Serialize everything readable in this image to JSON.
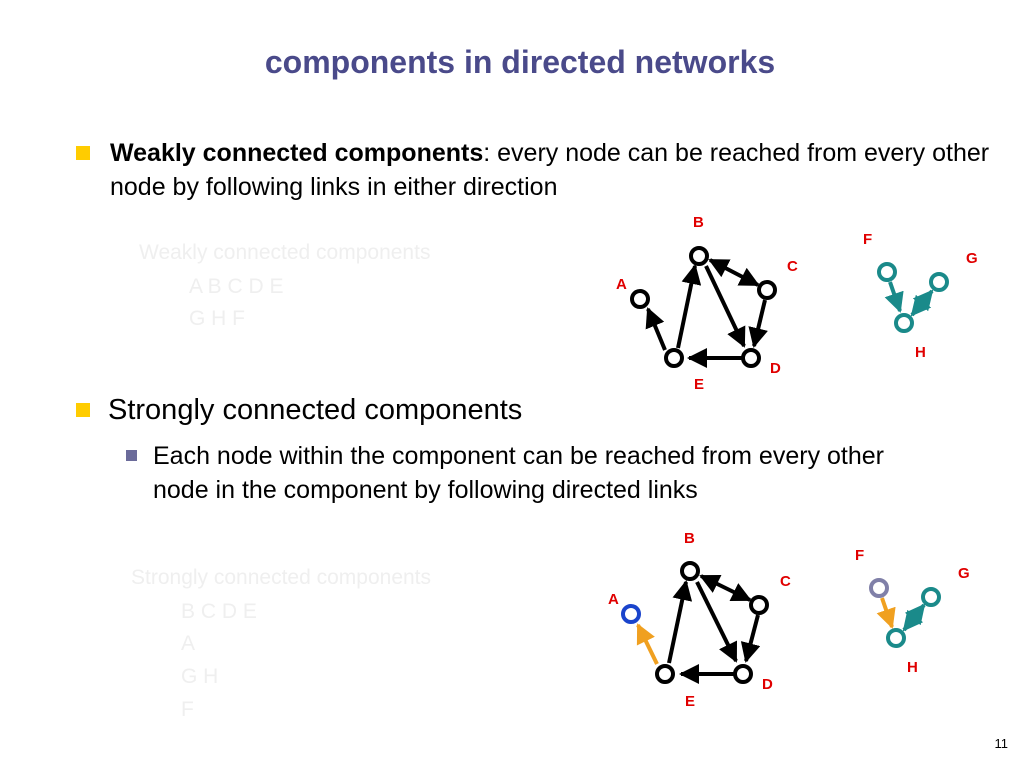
{
  "title": "components in directed networks",
  "weak": {
    "bold_term": "Weakly connected components",
    "definition": ": every node can be reached from every other node by following links in either direction",
    "ghost_heading": "Weakly connected components",
    "ghost_items": [
      "A B C D E",
      "G H F"
    ]
  },
  "strong": {
    "heading": "Strongly connected components",
    "sub_bullet": "Each node within the component can be reached from every other node in the component by following directed links",
    "ghost_heading": "Strongly connected components",
    "ghost_items": [
      "B C D E",
      "A",
      "G H",
      "F"
    ]
  },
  "diagram1": {
    "labels": {
      "A": "A",
      "B": "B",
      "C": "C",
      "D": "D",
      "E": "E",
      "F": "F",
      "G": "G",
      "H": "H"
    }
  },
  "diagram2": {
    "labels": {
      "A": "A",
      "B": "B",
      "C": "C",
      "D": "D",
      "E": "E",
      "F": "F",
      "G": "G",
      "H": "H"
    }
  },
  "colors": {
    "title": "#4a4a8a",
    "bullet": "#ffcc00",
    "sub_bullet": "#6b6b9a",
    "node_label": "#e00000",
    "teal": "#1a8a8a",
    "orange": "#f0a020",
    "blue_node": "#1a44cc",
    "gray_node": "#8080a8"
  },
  "page_number": "11"
}
